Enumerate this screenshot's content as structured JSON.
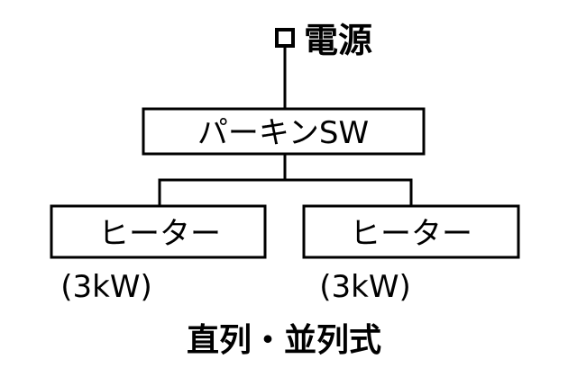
{
  "diagram": {
    "power_label": "電源",
    "switch_label": "パーキンSW",
    "heaters": [
      {
        "label": "ヒーター",
        "rating": "(3kW)"
      },
      {
        "label": "ヒーター",
        "rating": "(3kW)"
      }
    ],
    "caption": "直列・並列式"
  }
}
